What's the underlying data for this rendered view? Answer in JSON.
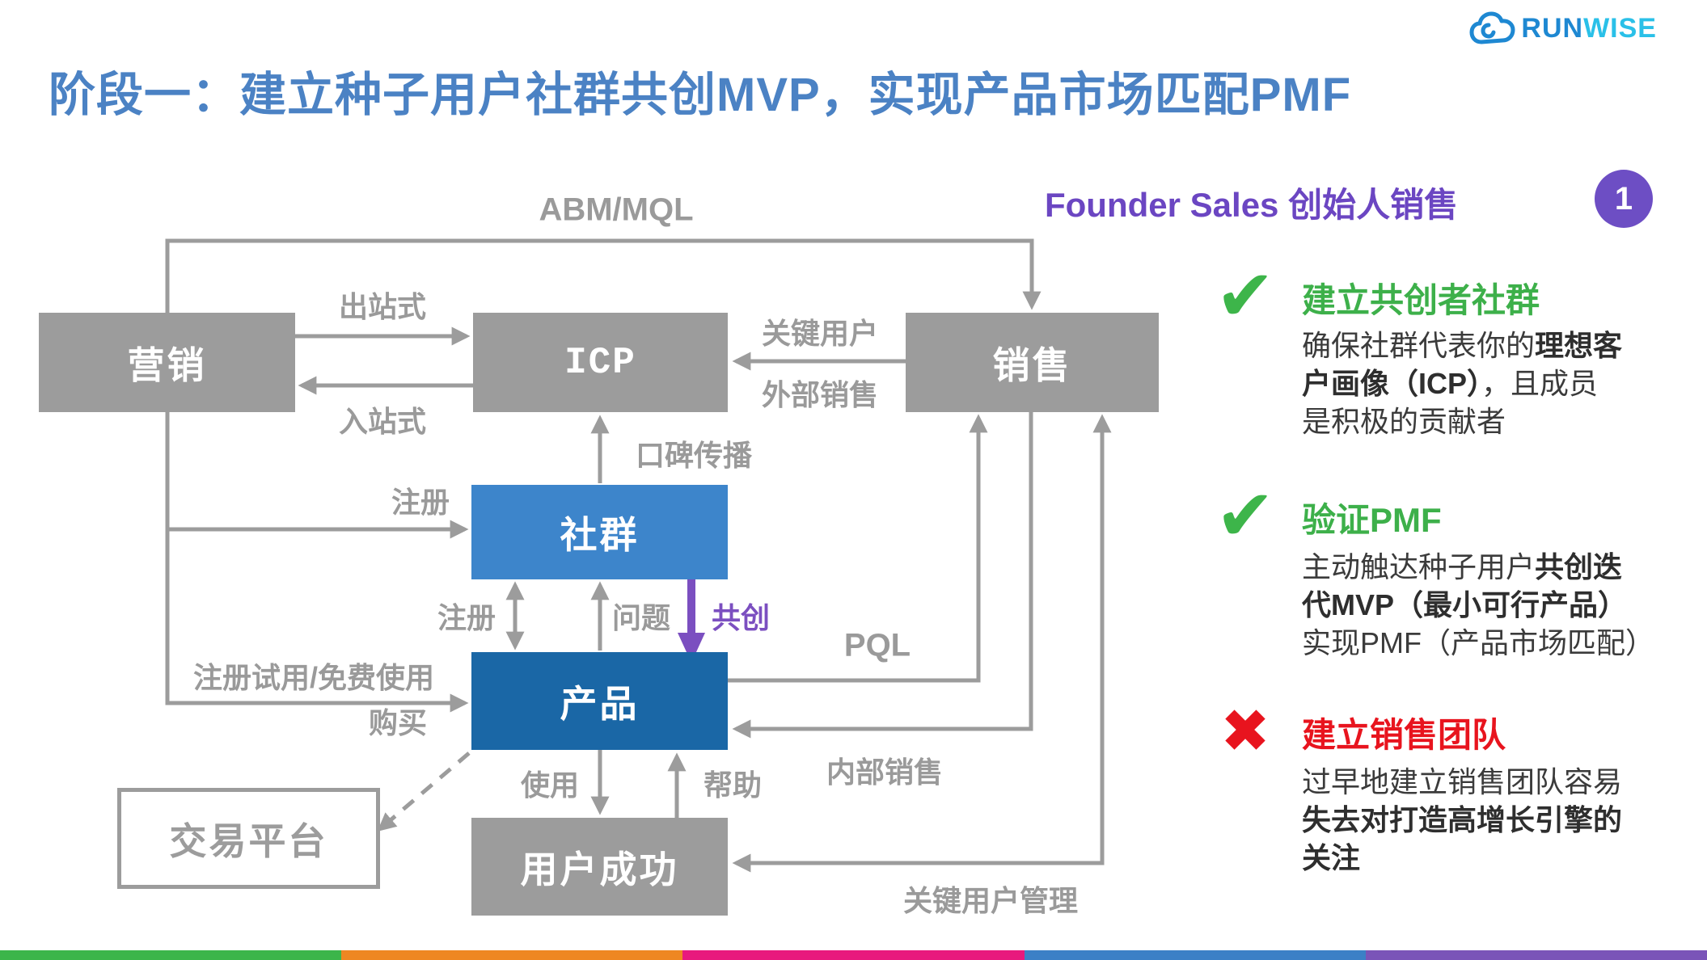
{
  "slide": {
    "title": "阶段一：建立种子用户社群共创MVP，实现产品市场匹配PMF",
    "logo": {
      "prefix": "RUN",
      "suffix": "WISE"
    }
  },
  "diagram": {
    "boxes": {
      "marketing": "营销",
      "icp": "ICP",
      "sales": "销售",
      "community": "社群",
      "product": "产品",
      "platform": "交易平台",
      "customer_success": "用户成功"
    },
    "edges": {
      "abm_mql": "ABM/MQL",
      "outbound": "出站式",
      "inbound": "入站式",
      "key_users": "关键用户",
      "outside_sales": "外部销售",
      "word_of_mouth": "口碑传播",
      "register_community": "注册",
      "register_product": "注册",
      "questions": "问题",
      "cocreate": "共创",
      "pql": "PQL",
      "trial": "注册试用/免费使用",
      "buy": "购买",
      "use": "使用",
      "help": "帮助",
      "inside_sales": "内部销售",
      "key_account_mgmt": "关键用户管理"
    }
  },
  "panel": {
    "heading": "Founder Sales 创始人销售",
    "badge": "1",
    "items": [
      {
        "icon": "✔",
        "heading": "建立共创者社群",
        "lines": [
          {
            "segs": [
              {
                "t": "确保社群代表你的"
              },
              {
                "t": "理想客"
              }
            ]
          },
          {
            "segs": [
              {
                "t": "户画像（ICP）"
              },
              {
                "t": "，且成员"
              }
            ]
          },
          {
            "segs": [
              {
                "t": "是积极的贡献者"
              }
            ]
          }
        ]
      },
      {
        "icon": "✔",
        "heading": "验证PMF",
        "lines": [
          {
            "segs": [
              {
                "t": "主动触达种子用户"
              },
              {
                "t": "共创迭"
              }
            ]
          },
          {
            "segs": [
              {
                "t": "代MVP（最小可行产品）"
              }
            ]
          },
          {
            "segs": [
              {
                "t": "实现PMF（产品市场匹配）"
              }
            ]
          }
        ]
      },
      {
        "icon": "✖",
        "heading": "建立销售团队",
        "lines": [
          {
            "segs": [
              {
                "t": "过早地建立销售团队容易"
              }
            ]
          },
          {
            "segs": [
              {
                "t": "失去对打造高增长引擎的"
              }
            ]
          },
          {
            "segs": [
              {
                "t": "关注"
              }
            ]
          }
        ]
      }
    ]
  },
  "stripe": [
    "#3cb54a",
    "#ee8722",
    "#e8197d",
    "#3c80c6",
    "#7a54b8"
  ],
  "colors": {
    "title_blue": "#4b82c4",
    "box_gray": "#9c9c9c",
    "community_blue": "#3d85cb",
    "product_blue": "#1a67a6",
    "purple": "#7b4fc0",
    "green": "#3db54a",
    "red": "#e8141e"
  }
}
